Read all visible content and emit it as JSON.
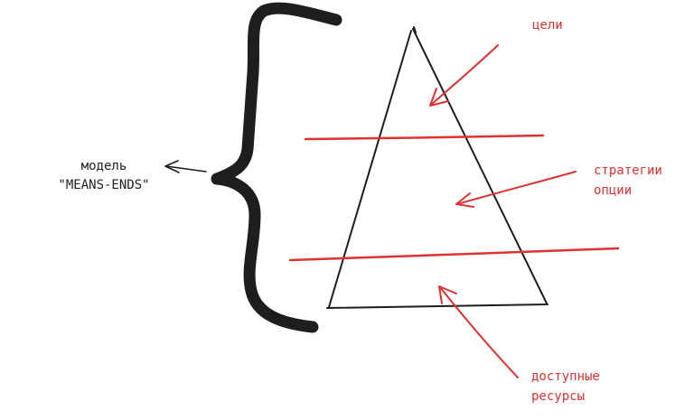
{
  "colors": {
    "ink": "#1e1e1e",
    "accent": "#e03131",
    "background": "#ffffff"
  },
  "labels": {
    "model_line1": "модель",
    "model_line2": "\"MEANS-ENDS\"",
    "goals": "цели",
    "strategies_line1": "стратегии",
    "strategies_line2": "опции",
    "resources_line1": "доступные",
    "resources_line2": "ресурсы"
  }
}
